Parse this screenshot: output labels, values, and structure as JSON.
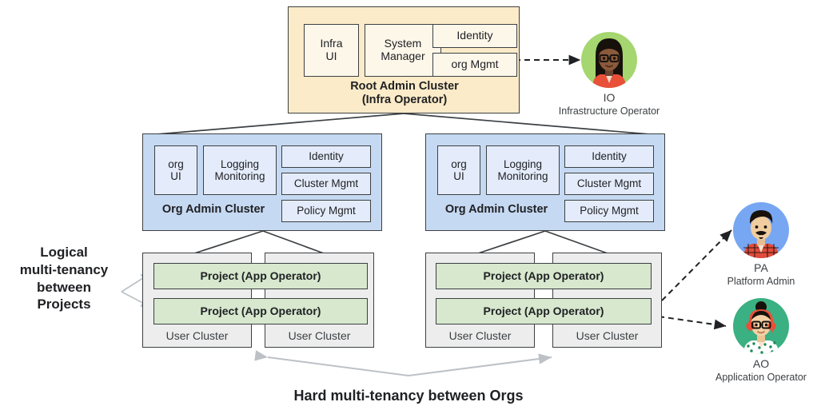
{
  "diagram": {
    "title": "Multi-tenancy cluster architecture",
    "colors": {
      "root_fill": "#FBEBC8",
      "root_chip_fill": "#FDF7EA",
      "org_fill": "#C6D9F2",
      "org_chip_fill": "#E4ECFB",
      "user_fill": "#EDEDED",
      "project_fill": "#D7E8CE",
      "stroke": "#3c4043",
      "arrow_gray": "#BDC1C6",
      "avatar_io_bg": "#A5D66F",
      "avatar_pa_bg": "#77A7F2",
      "avatar_ao_bg": "#3BB082"
    }
  },
  "root_cluster": {
    "title": "Root Admin Cluster\n(Infra Operator)",
    "chips": [
      {
        "label": "Infra\nUI"
      },
      {
        "label": "System\nManager"
      },
      {
        "label": "Identity"
      },
      {
        "label": "org Mgmt"
      }
    ]
  },
  "org_clusters": [
    {
      "title": "Org Admin Cluster",
      "chips": [
        {
          "label": "org\nUI"
        },
        {
          "label": "Logging\nMonitoring"
        },
        {
          "label": "Identity"
        },
        {
          "label": "Cluster Mgmt"
        },
        {
          "label": "Policy Mgmt"
        }
      ],
      "user_clusters": [
        {
          "label": "User Cluster"
        },
        {
          "label": "User Cluster"
        }
      ],
      "projects": [
        {
          "label": "Project (App Operator)"
        },
        {
          "label": "Project (App Operator)"
        }
      ]
    },
    {
      "title": "Org Admin Cluster",
      "chips": [
        {
          "label": "org\nUI"
        },
        {
          "label": "Logging\nMonitoring"
        },
        {
          "label": "Identity"
        },
        {
          "label": "Cluster Mgmt"
        },
        {
          "label": "Policy Mgmt"
        }
      ],
      "user_clusters": [
        {
          "label": "User Cluster"
        },
        {
          "label": "User Cluster"
        }
      ],
      "projects": [
        {
          "label": "Project (App Operator)"
        },
        {
          "label": "Project  (App Operator)"
        }
      ]
    }
  ],
  "personas": [
    {
      "initials": "IO",
      "name": "Infrastructure Operator",
      "icon": "avatar-woman-glasses-icon"
    },
    {
      "initials": "PA",
      "name": "Platform Admin",
      "icon": "avatar-man-mustache-icon"
    },
    {
      "initials": "AO",
      "name": "Application Operator",
      "icon": "avatar-woman-bun-glasses-icon"
    }
  ],
  "captions": {
    "left": "Logical\nmulti-tenancy\nbetween\nProjects",
    "bottom": "Hard multi-tenancy between Orgs"
  }
}
